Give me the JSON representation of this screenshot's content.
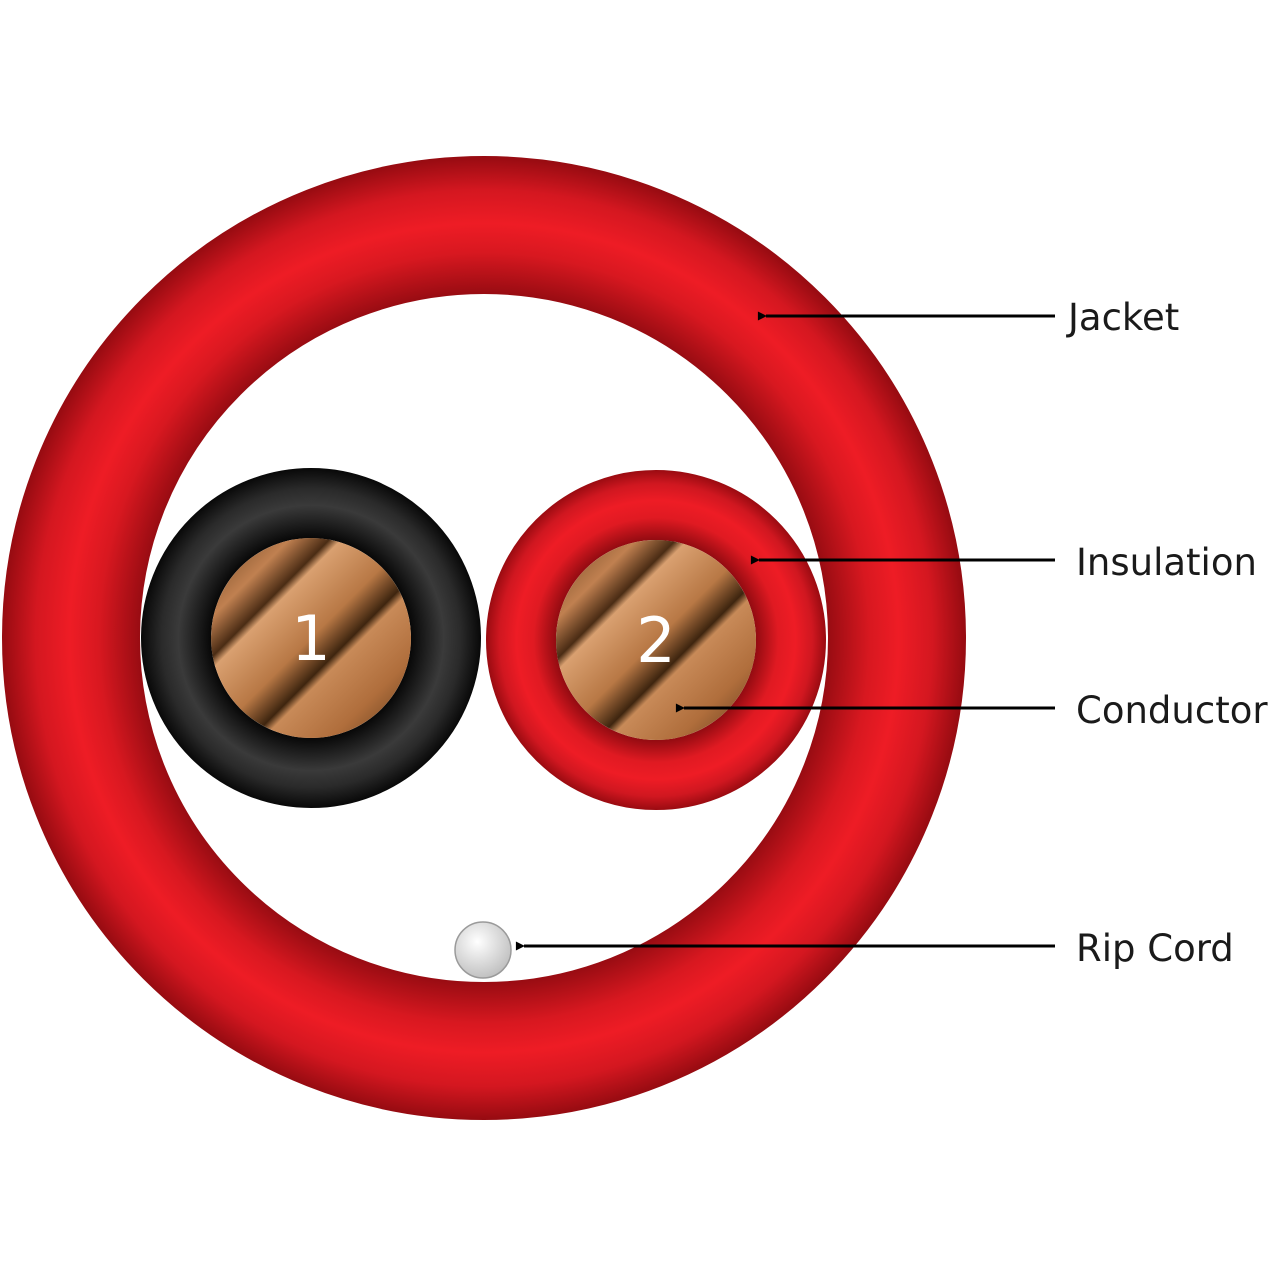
{
  "diagram": {
    "wires": [
      {
        "number": "1",
        "insulation_color": "#1a1a1a"
      },
      {
        "number": "2",
        "insulation_color": "#e8161f"
      }
    ],
    "labels": {
      "jacket": "Jacket",
      "insulation": "Insulation",
      "conductor": "Conductor",
      "rip_cord": "Rip Cord"
    },
    "colors": {
      "jacket": "#e8161f",
      "conductor": "#c9895a",
      "rip_cord": "#e6e6e6"
    }
  }
}
